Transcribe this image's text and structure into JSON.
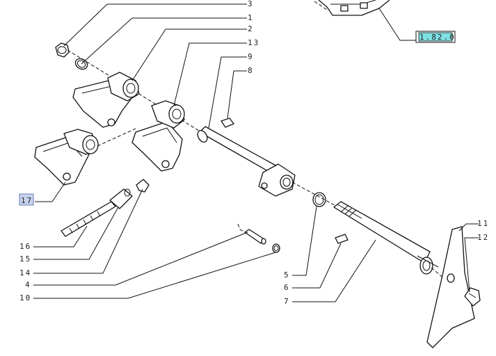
{
  "diagram": {
    "callouts": [
      {
        "id": "c3",
        "label": "3"
      },
      {
        "id": "c1",
        "label": "1"
      },
      {
        "id": "c2",
        "label": "2"
      },
      {
        "id": "c13",
        "label": "13"
      },
      {
        "id": "c9",
        "label": "9"
      },
      {
        "id": "c8",
        "label": "8"
      },
      {
        "id": "c17",
        "label": "17"
      },
      {
        "id": "c16",
        "label": "16"
      },
      {
        "id": "c15",
        "label": "15"
      },
      {
        "id": "c14",
        "label": "14"
      },
      {
        "id": "c4",
        "label": "4"
      },
      {
        "id": "c10",
        "label": "10"
      },
      {
        "id": "c5",
        "label": "5"
      },
      {
        "id": "c6",
        "label": "6"
      },
      {
        "id": "c7",
        "label": "7"
      },
      {
        "id": "c11",
        "label": "11"
      },
      {
        "id": "c12",
        "label": "12"
      }
    ],
    "reference": {
      "label": "1.82.0",
      "color": "#7fe0e4"
    },
    "highlight_color": "#c7d3ee"
  }
}
